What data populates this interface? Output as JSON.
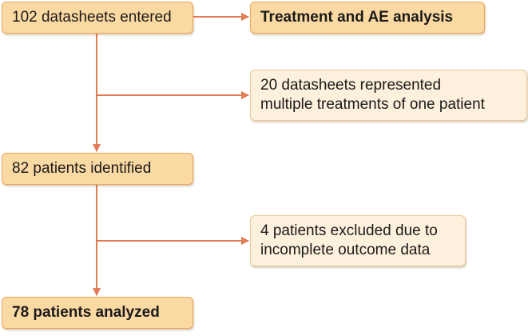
{
  "colors": {
    "arrow": "#e07b53",
    "primary_fill": "#fbd9a3",
    "primary_border": "#e8a85a",
    "secondary_fill": "#fdf0dc",
    "secondary_border": "#ecc799"
  },
  "flow": {
    "datasheets_entered": "102 datasheets entered",
    "treatment_analysis": "Treatment and AE analysis",
    "multiple_treatments": {
      "line1": "20 datasheets represented",
      "line2": "multiple treatments of one patient"
    },
    "patients_identified": "82 patients identified",
    "excluded": {
      "line1": "4 patients excluded due to",
      "line2": "incomplete outcome data"
    },
    "patients_analyzed": "78 patients analyzed"
  }
}
